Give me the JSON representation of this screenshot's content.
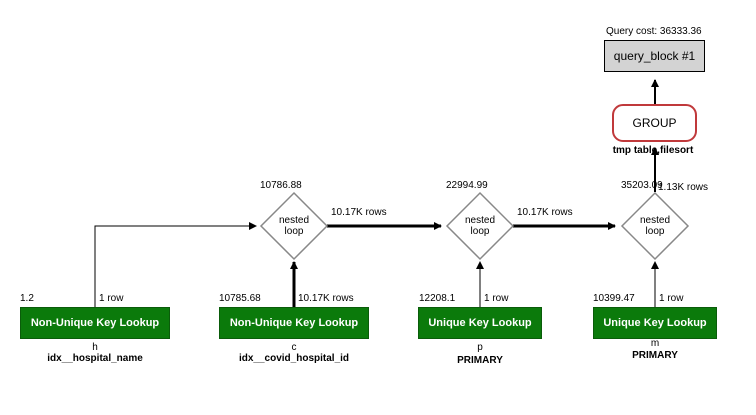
{
  "query_cost": "Query cost: 36333.36",
  "query_block": "query_block #1",
  "group": {
    "label": "GROUP",
    "note": "tmp table,filesort"
  },
  "nested_loops": [
    {
      "cost": "10786.88",
      "label_line1": "nested",
      "label_line2": "loop"
    },
    {
      "cost": "22994.99",
      "label_line1": "nested",
      "label_line2": "loop"
    },
    {
      "cost": "35203.09",
      "label_line1": "nested",
      "label_line2": "loop"
    }
  ],
  "flow_labels": {
    "nl1_to_nl2": "10.17K rows",
    "nl2_to_nl3": "10.17K rows",
    "nl3_to_group": "1.13K rows"
  },
  "lookups": [
    {
      "cost": "1.2",
      "rows": "1 row",
      "label": "Non-Unique Key Lookup",
      "table": "h",
      "key": "idx__hospital_name"
    },
    {
      "cost": "10785.68",
      "rows": "10.17K rows",
      "label": "Non-Unique Key Lookup",
      "table": "c",
      "key": "idx__covid_hospital_id"
    },
    {
      "cost": "12208.1",
      "rows": "1 row",
      "label": "Unique Key Lookup",
      "table": "p",
      "key": "PRIMARY"
    },
    {
      "cost": "10399.47",
      "rows": "1 row",
      "label": "Unique Key Lookup",
      "table": "m",
      "key": "PRIMARY"
    }
  ],
  "colors": {
    "lookup_green": "#0b7a0b",
    "group_border": "#c0393b",
    "query_block_fill": "#d3d3d3",
    "diamond_stroke": "#888888"
  }
}
